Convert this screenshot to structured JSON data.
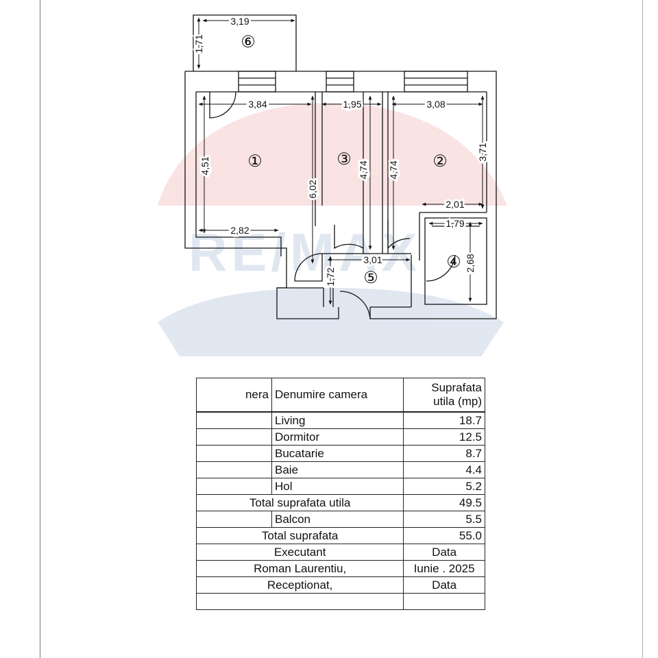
{
  "plan": {
    "rooms": {
      "living": "①",
      "dormitor": "②",
      "bucatarie": "③",
      "baie": "④",
      "hol": "⑤",
      "balcon": "⑥"
    },
    "dimensions": {
      "balcon_width": "3,19",
      "balcon_depth": "1,71",
      "living_top": "3,84",
      "bucatarie_top": "1,95",
      "dormitor_top": "3,08",
      "living_height": "4,51",
      "bucatarie_height": "4,74",
      "dormitor_height_left": "4,74",
      "dormitor_height_right": "3,71",
      "living_long": "6,02",
      "dormitor_bottom": "2,01",
      "living_bottom": "2,82",
      "baie_width": "1,79",
      "baie_height": "2,68",
      "hol_width": "3,01",
      "hol_height": "1,72"
    }
  },
  "watermark": {
    "text": "RE/MAX"
  },
  "table": {
    "header": {
      "col1": "nera",
      "col2": "Denumire camera",
      "col3_line1": "Suprafata",
      "col3_line2": "utila (mp)"
    },
    "rows": [
      {
        "nr": "",
        "name": "Living",
        "area": "18.7"
      },
      {
        "nr": "",
        "name": "Dormitor",
        "area": "12.5"
      },
      {
        "nr": "",
        "name": "Bucatarie",
        "area": "8.7"
      },
      {
        "nr": "",
        "name": "Baie",
        "area": "4.4"
      },
      {
        "nr": "",
        "name": "Hol",
        "area": "5.2"
      }
    ],
    "total_util": {
      "label": "Total suprafata utila",
      "value": "49.5"
    },
    "balcon": {
      "name": "Balcon",
      "value": "5.5"
    },
    "total": {
      "label": "Total suprafata",
      "value": "55.0"
    },
    "executant": {
      "label": "Executant",
      "right": "Data"
    },
    "author": {
      "label": "Roman Laurentiu,",
      "right": "Iunie . 2025"
    },
    "receptionat": {
      "label": "Receptionat,",
      "right": "Data"
    }
  }
}
